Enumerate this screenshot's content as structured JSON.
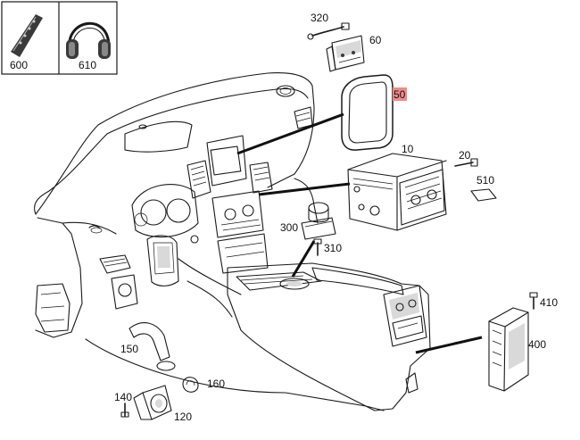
{
  "diagram": {
    "part_numbers": [
      "600",
      "610",
      "320",
      "60",
      "50",
      "10",
      "20",
      "510",
      "300",
      "310",
      "410",
      "400",
      "150",
      "140",
      "160",
      "120"
    ],
    "highlighted": "50",
    "highlight_color": "#f08a8a"
  }
}
